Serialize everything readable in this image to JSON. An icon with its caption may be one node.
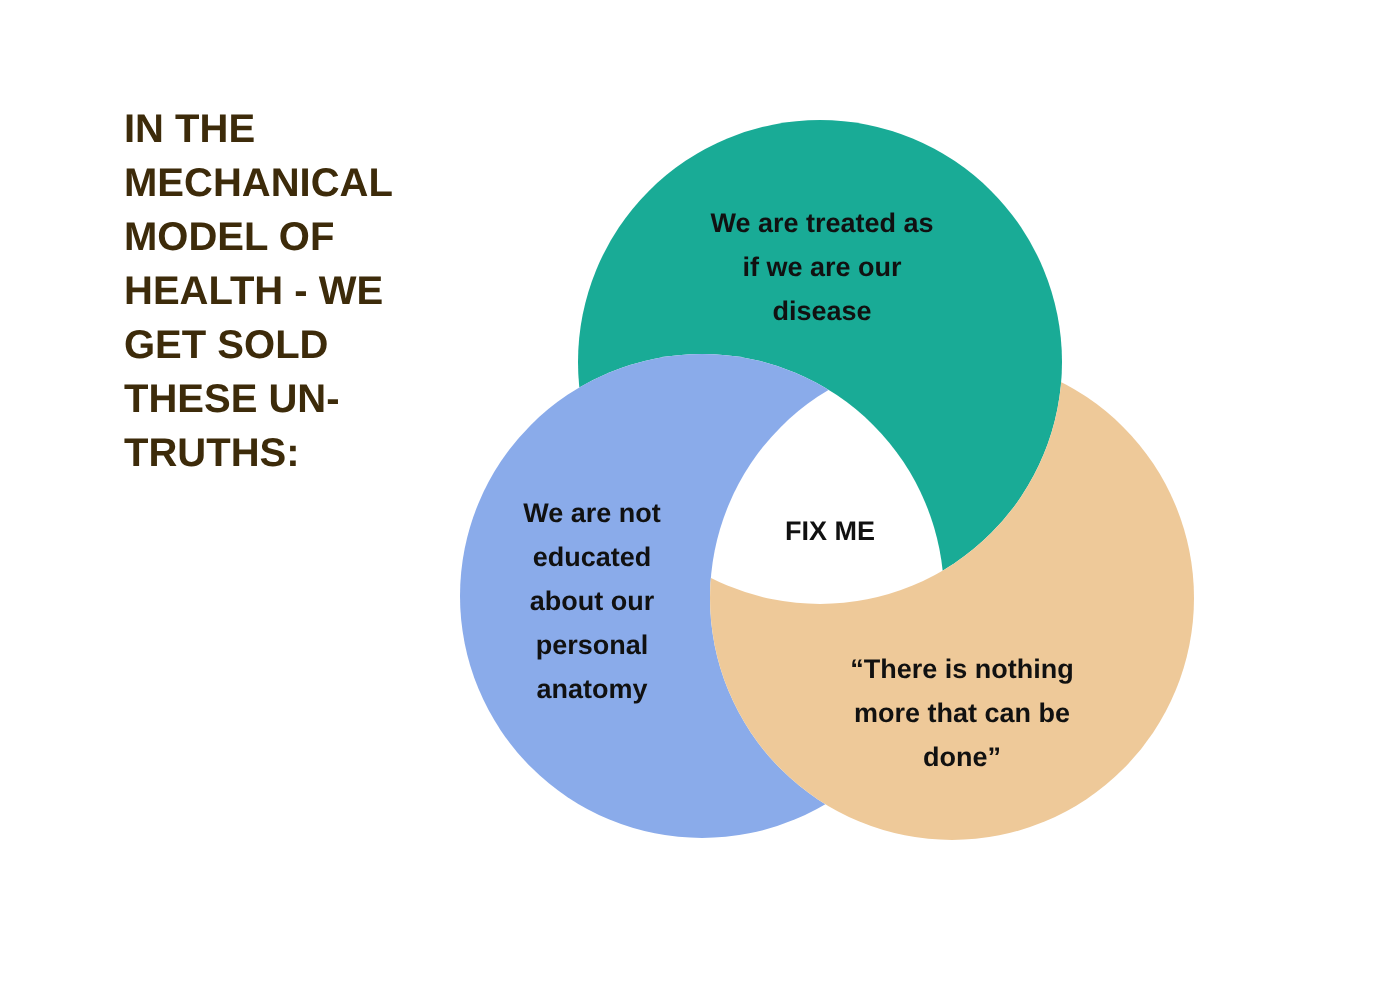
{
  "diagram": {
    "title": "IN THE MECHANICAL MODEL OF HEALTH - WE GET SOLD THESE UN-TRUTHS:",
    "nodes": [
      {
        "text": [
          "We are treated as if we are our disease"
        ]
      },
      {
        "text": [
          "We are not educated about our personal anatomy"
        ]
      },
      {
        "text": [
          "“There is nothing more that can be done”"
        ]
      },
      {
        "text": [
          "FIX ME"
        ]
      }
    ]
  }
}
